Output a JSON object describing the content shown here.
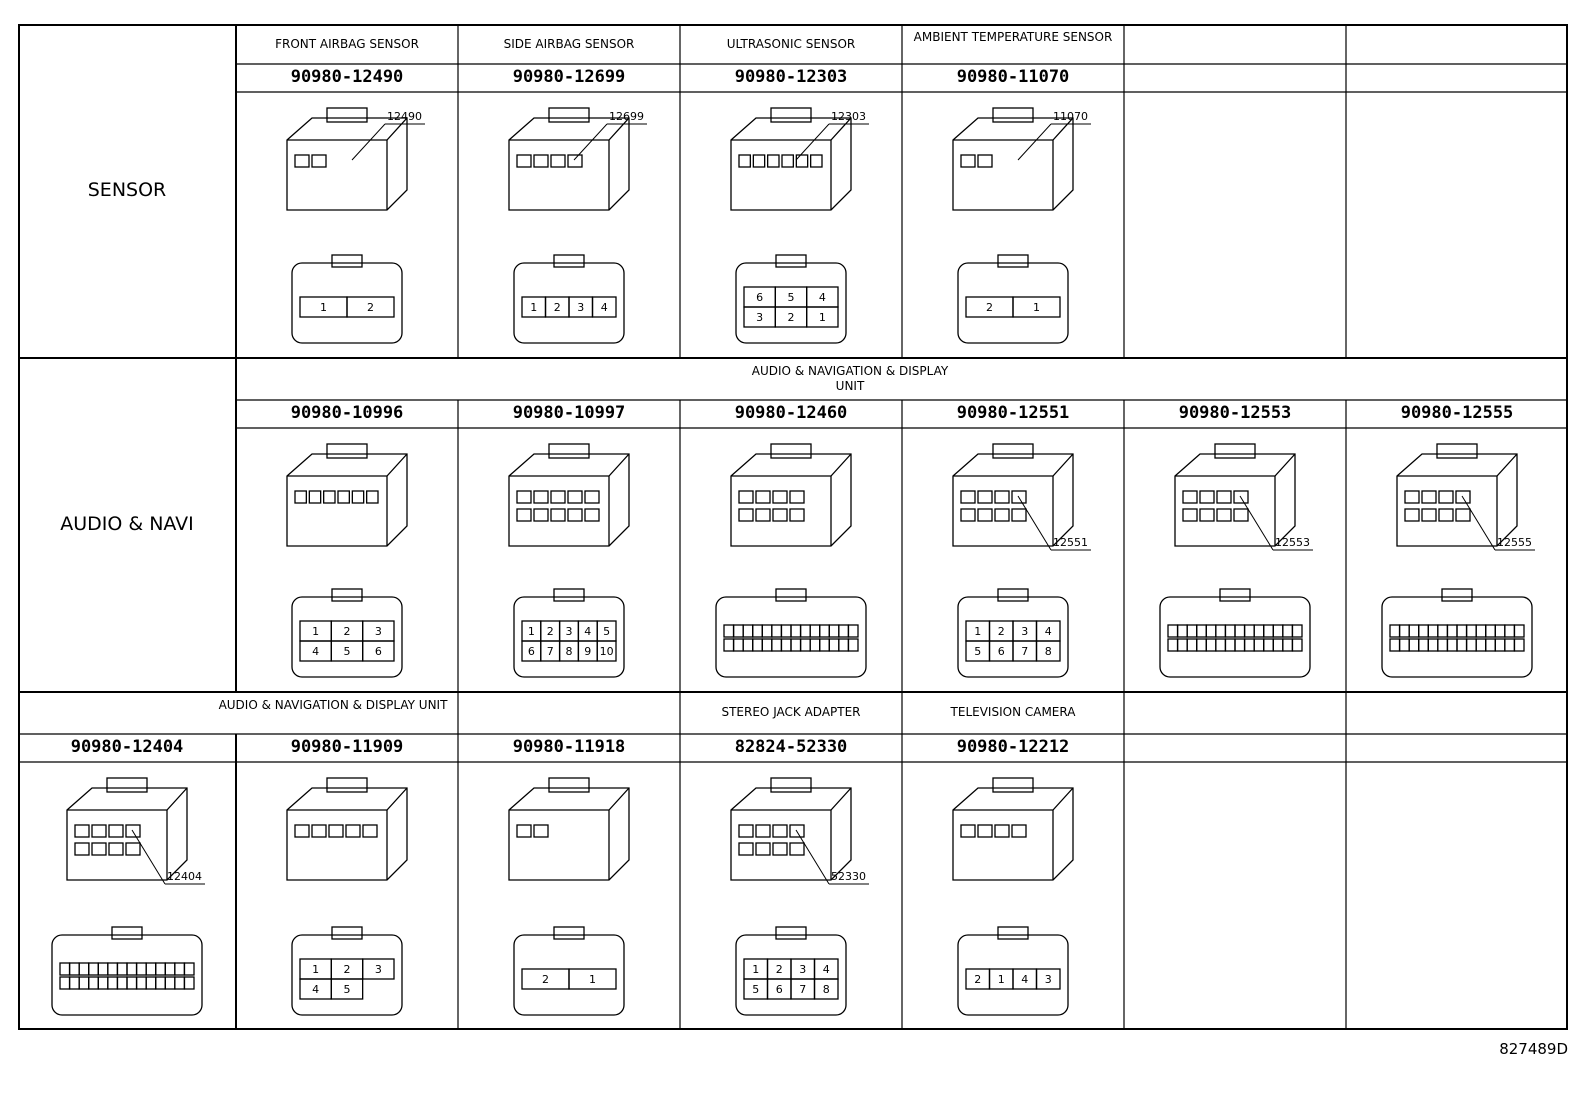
{
  "sections": [
    {
      "category": "SENSOR",
      "header_row_note": "",
      "connectors": [
        {
          "title": "FRONT AIRBAG SENSOR",
          "part_number": "90980-12490",
          "callout": "12490",
          "pins": [
            "1",
            "2"
          ],
          "icon": "airbag-connector"
        },
        {
          "title": "SIDE AIRBAG SENSOR",
          "part_number": "90980-12699",
          "callout": "12699",
          "pins": [
            "1",
            "2",
            "3",
            "4"
          ],
          "icon": "airbag-connector"
        },
        {
          "title": "ULTRASONIC SENSOR",
          "part_number": "90980-12303",
          "callout": "12303",
          "pins": [
            "6",
            "5",
            "4",
            "3",
            "2",
            "1"
          ],
          "icon": "sensor-connector"
        },
        {
          "title": "AMBIENT TEMPERATURE SENSOR",
          "part_number": "90980-11070",
          "callout": "11070",
          "pins": [
            "2",
            "1"
          ],
          "icon": "sensor-connector"
        },
        {
          "title": "",
          "part_number": "",
          "callout": "",
          "pins": [],
          "icon": ""
        },
        {
          "title": "",
          "part_number": "",
          "callout": "",
          "pins": [],
          "icon": ""
        }
      ]
    },
    {
      "category": "AUDIO & NAVI",
      "header_row_note": "AUDIO & NAVIGATION & DISPLAY UNIT",
      "connectors": [
        {
          "title": "",
          "part_number": "90980-10996",
          "callout": "",
          "pins": [
            "1",
            "2",
            "3",
            "4",
            "5",
            "6"
          ],
          "icon": "audio-connector"
        },
        {
          "title": "",
          "part_number": "90980-10997",
          "callout": "",
          "pins": [
            "1",
            "2",
            "3",
            "4",
            "5",
            "6",
            "7",
            "8",
            "9",
            "10"
          ],
          "icon": "audio-connector"
        },
        {
          "title": "",
          "part_number": "90980-12460",
          "callout": "",
          "pins": [],
          "icon": "audio-connector"
        },
        {
          "title": "",
          "part_number": "90980-12551",
          "callout": "12551",
          "pins": [
            "1",
            "2",
            "3",
            "4",
            "5",
            "6",
            "7",
            "8"
          ],
          "icon": "audio-connector"
        },
        {
          "title": "",
          "part_number": "90980-12553",
          "callout": "12553",
          "pins": [],
          "icon": "audio-connector"
        },
        {
          "title": "",
          "part_number": "90980-12555",
          "callout": "12555",
          "pins": [],
          "icon": "audio-connector"
        }
      ]
    },
    {
      "category": "",
      "header_row_note": "AUDIO & NAVIGATION & DISPLAY UNIT",
      "connectors": [
        {
          "title": "",
          "part_number": "90980-12404",
          "callout": "12404",
          "pins": [],
          "icon": "audio-connector"
        },
        {
          "title": "",
          "part_number": "90980-11909",
          "callout": "",
          "pins": [
            "1",
            "2",
            "3",
            "4",
            "5"
          ],
          "icon": "audio-connector"
        },
        {
          "title": "",
          "part_number": "90980-11918",
          "callout": "",
          "pins": [
            "2",
            "1"
          ],
          "icon": "audio-connector"
        },
        {
          "title": "STEREO JACK ADAPTER",
          "part_number": "82824-52330",
          "callout": "52330",
          "pins": [
            "1",
            "2",
            "3",
            "4",
            "5",
            "6",
            "7",
            "8"
          ],
          "icon": "jack-adapter-connector"
        },
        {
          "title": "TELEVISION CAMERA",
          "part_number": "90980-12212",
          "callout": "",
          "pins": [
            "2",
            "1",
            "4",
            "3"
          ],
          "icon": "camera-connector"
        },
        {
          "title": "",
          "part_number": "",
          "callout": "",
          "pins": [],
          "icon": ""
        }
      ]
    }
  ],
  "figure_id": "827489D"
}
